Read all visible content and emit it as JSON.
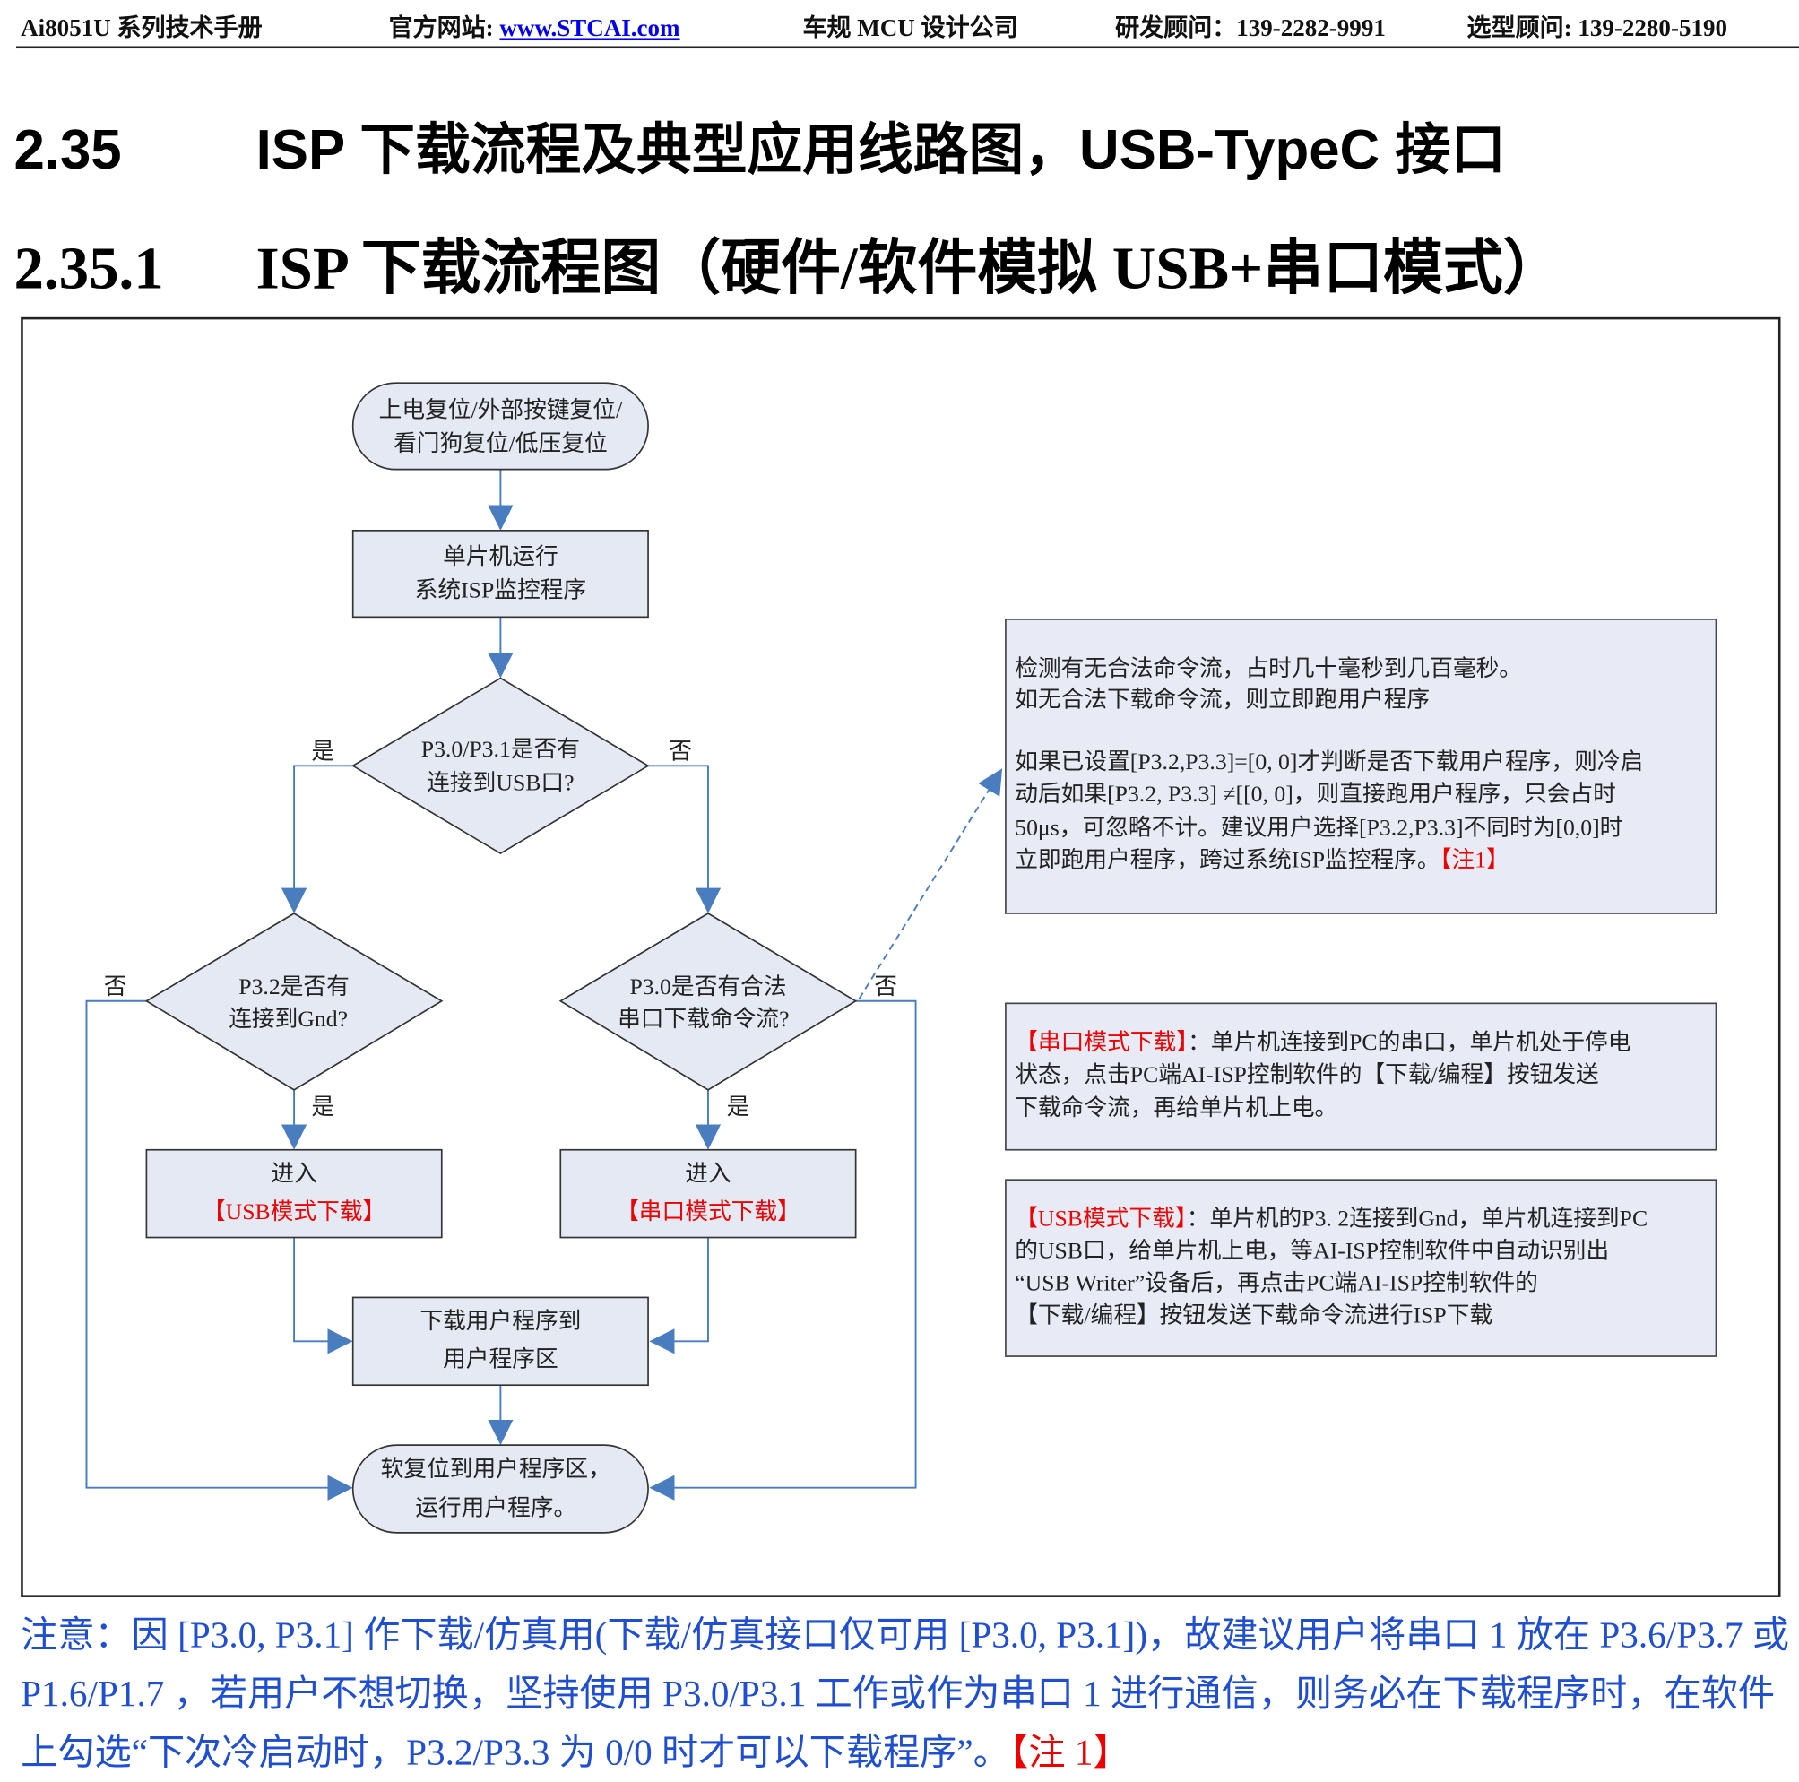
{
  "header": {
    "doc": "Ai8051U 系列技术手册",
    "site_label": "官方网站: ",
    "site_link": "www.STCAI.com",
    "company": "车规 MCU 设计公司",
    "rd_consultant": "研发顾问：139-2282-9991",
    "selection_consultant": "选型顾问: 139-2280-5190"
  },
  "section": {
    "num": "2.35",
    "title": "ISP 下载流程及典型应用线路图，USB-TypeC 接口"
  },
  "subsection": {
    "num": "2.35.1",
    "title": "ISP 下载流程图（硬件/软件模拟 USB+串口模式）"
  },
  "flow": {
    "start": [
      "上电复位/外部按键复位/",
      "看门狗复位/低压复位"
    ],
    "monitor": [
      "单片机运行",
      "系统ISP监控程序"
    ],
    "d1": [
      "P3.0/P3.1是否有",
      "连接到USB口?"
    ],
    "d2": [
      "P3.2是否有",
      "连接到Gnd?"
    ],
    "d3": [
      "P3.0是否有合法",
      "串口下载命令流?"
    ],
    "yes": "是",
    "no": "否",
    "usb_box": [
      "进入",
      "【USB模式下载】"
    ],
    "uart_box": [
      "进入",
      "【串口模式下载】"
    ],
    "download": [
      "下载用户程序到",
      "用户程序区"
    ],
    "end": [
      "软复位到用户程序区，",
      "运行用户程序。"
    ]
  },
  "notes": {
    "detect": [
      "检测有无合法命令流，占时几十毫秒到几百毫秒。",
      "如无合法下载命令流，则立即跑用户程序",
      "如果已设置[P3.2,P3.3]=[0, 0]才判断是否下载用户程序，则冷启",
      "动后如果[P3.2, P3.3] ≠[[0, 0]，则直接跑用户程序，只会占时",
      "50μs，可忽略不计。建议用户选择[P3.2,P3.3]不同时为[0,0]时",
      "立即跑用户程序，跨过系统ISP监控程序。"
    ],
    "detect_ref": "【注1】",
    "uart_tag": "【串口模式下载】",
    "uart": [
      "：单片机连接到PC的串口，单片机处于停电",
      "状态，点击PC端AI-ISP控制软件的【下载/编程】按钮发送",
      "下载命令流，再给单片机上电。"
    ],
    "usb_tag": "【USB模式下载】",
    "usb": [
      "：单片机的P3. 2连接到Gnd，单片机连接到PC",
      "的USB口，给单片机上电，等AI-ISP控制软件中自动识别出",
      "“USB Writer”设备后，再点击PC端AI-ISP控制软件的",
      "【下载/编程】按钮发送下载命令流进行ISP下载"
    ]
  },
  "footer": {
    "text": "注意：因 [P3.0, P3.1] 作下载/仿真用(下载/仿真接口仅可用 [P3.0, P3.1])，故建议用户将串口 1 放在 P3.6/P3.7 或 P1.6/P1.7 ，若用户不想切换，坚持使用 P3.0/P3.1 工作或作为串口 1 进行通信，则务必在下载程序时，在软件上勾选“下次冷启动时，P3.2/P3.3 为 0/0 时才可以下载程序”。",
    "ref": "【注 1】"
  },
  "colors": {
    "line": "#4a7cc0",
    "shape_fill": "#e4e9f4",
    "accent_red": "#ee0000",
    "note_blue": "#1f4fd0"
  }
}
